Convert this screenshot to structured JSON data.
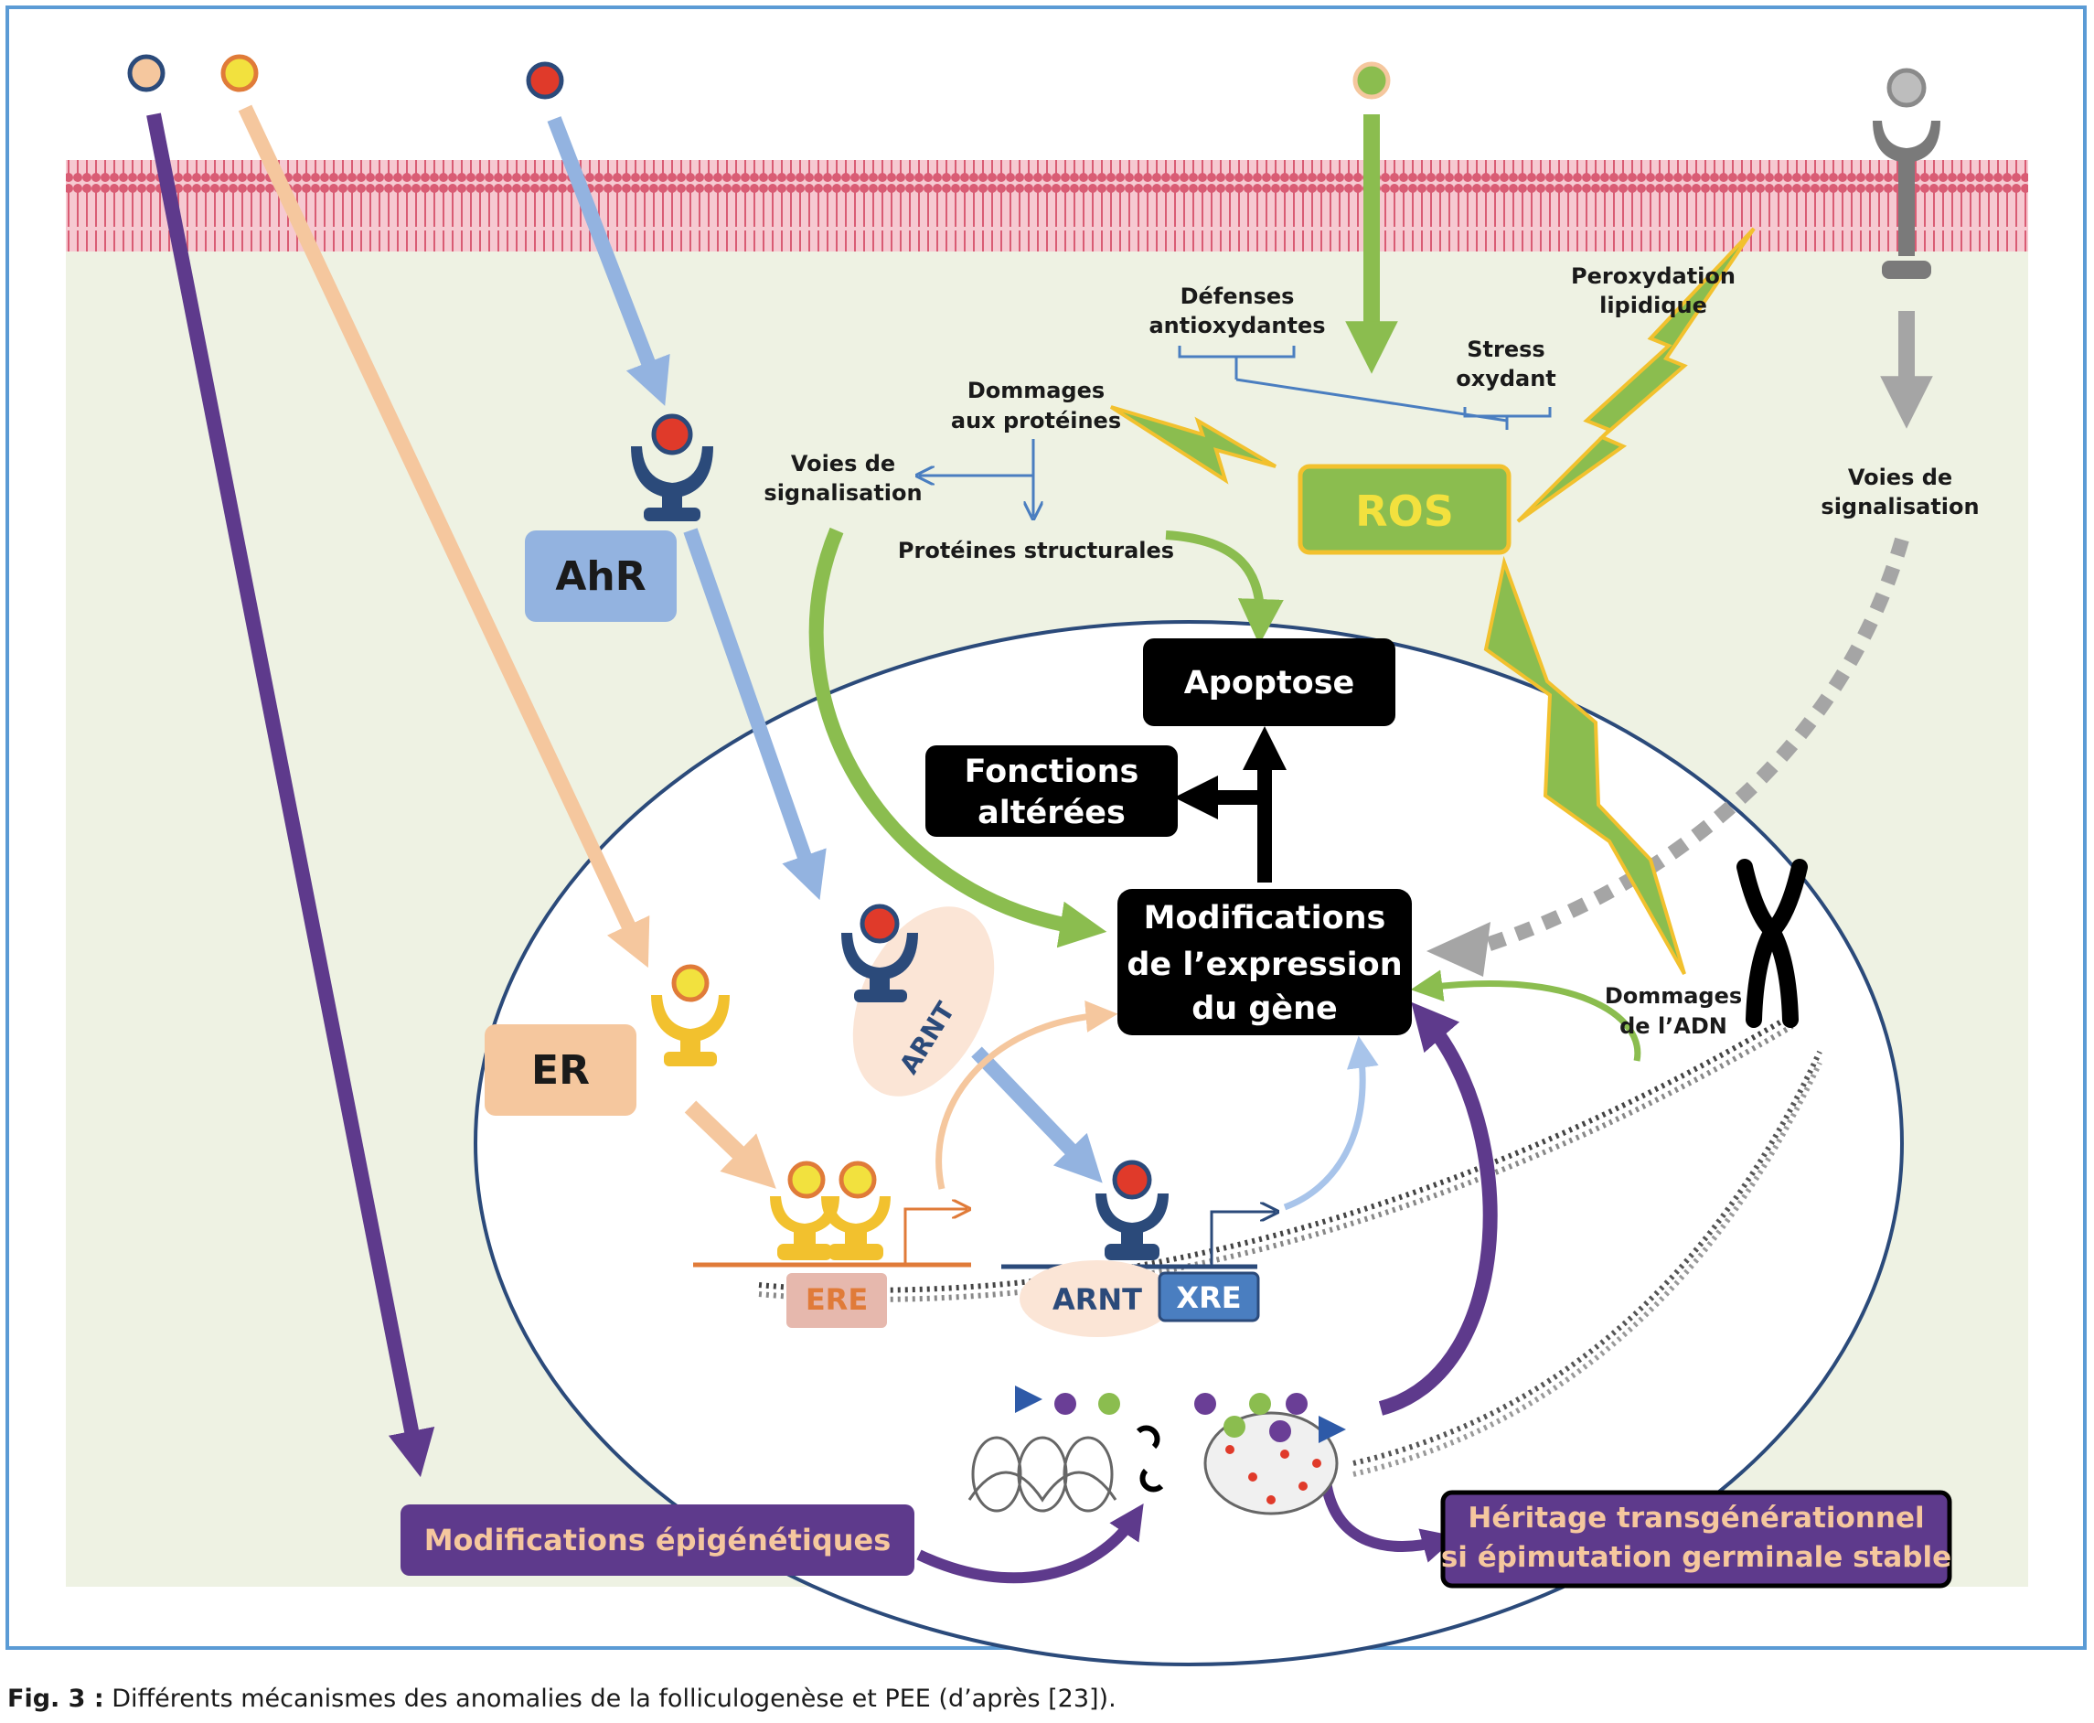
{
  "labels": {
    "ahr": "AhR",
    "er": "ER",
    "ros": "ROS",
    "defenses_1": "Défenses",
    "defenses_2": "antioxydantes",
    "stress_1": "Stress",
    "stress_2": "oxydant",
    "peroxydation_1": "Peroxydation",
    "peroxydation_2": "lipidique",
    "dommages_prot_1": "Dommages",
    "dommages_prot_2": "aux protéines",
    "voies_signal_left_1": "Voies de",
    "voies_signal_left_2": "signalisation",
    "voies_signal_right_1": "Voies de",
    "voies_signal_right_2": "signalisation",
    "proteines_structurales": "Protéines structurales",
    "apoptose": "Apoptose",
    "fonctions_1": "Fonctions",
    "fonctions_2": "altérées",
    "modif_expr_1": "Modifications",
    "modif_expr_2": "de l’expression",
    "modif_expr_3": "du gène",
    "dommages_adn_1": "Dommages",
    "dommages_adn_2": "de l’ADN",
    "arnt_complex": "ARNT",
    "ere": "ERE",
    "arnt_dna": "ARNT",
    "xre": "XRE",
    "modif_epi": "Modifications épigénétiques",
    "heritage_1": "Héritage transgénérationnel",
    "heritage_2": "si épimutation germinale stable"
  },
  "caption": {
    "prefix": "Fig. 3 :",
    "text": " Différents mécanismes des anomalies de la folliculogenèse et PEE (d’après [23])."
  },
  "colors": {
    "purple": "#5e3a8c",
    "peach": "#f5c79e",
    "light_blue": "#93b3e0",
    "green": "#8bbd4f",
    "gray": "#8a8a8a",
    "navy": "#2b4a7a",
    "yellow": "#f2c12e",
    "membrane": "#d9667a",
    "cytoplasm": "#eef2e3",
    "frame": "#5b9bd5"
  }
}
